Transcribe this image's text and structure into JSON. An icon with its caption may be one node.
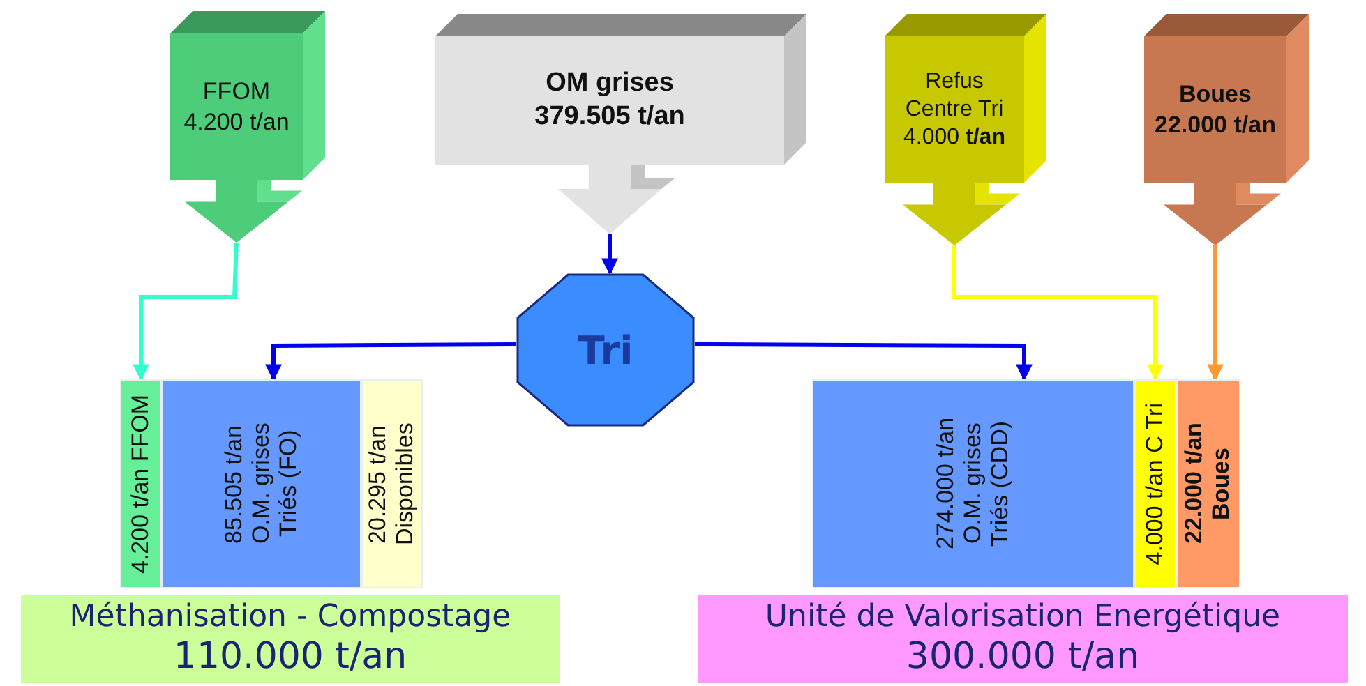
{
  "diagram": {
    "nodes": [
      {
        "text": [
          "FFOM 4.200 t/an"
        ]
      },
      {
        "text": [
          "OM grises 379.505 t/an"
        ]
      },
      {
        "text": [
          "Refus Centre Tri 4.000 **t/an**"
        ]
      },
      {
        "text": [
          "Boues 22.000 t/an"
        ]
      },
      {
        "text": [
          "Tri"
        ]
      },
      {
        "text": [
          "4.200 t/an FFOM"
        ]
      },
      {
        "text": [
          "85.505 t/an O.M. grises Triés (FO)"
        ]
      },
      {
        "text": [
          "20.295 t/an Disponibles"
        ]
      },
      {
        "text": [
          "Méthanisation - Compostage",
          "110.000 t/an"
        ]
      },
      {
        "text": [
          "274.000 t/an O.M. grises Triés (CDD)"
        ]
      },
      {
        "text": [
          "4.000 t/an C Tri"
        ]
      },
      {
        "text": [
          "22.000 t/an Boues"
        ]
      },
      {
        "text": [
          "Unité de Valorisation Energétique",
          "300.000 t/an"
        ]
      }
    ],
    "edges": [
      {
        "from": 0,
        "to": 5,
        "arrow": "to",
        "color": "#33ffcc"
      },
      {
        "from": 1,
        "to": 4,
        "arrow": "to"
      },
      {
        "from": 4,
        "to": 6,
        "arrow": "to"
      },
      {
        "from": 4,
        "to": 9,
        "arrow": "to"
      },
      {
        "from": 2,
        "to": 10,
        "arrow": "to",
        "color": "#ffff00"
      },
      {
        "from": 3,
        "to": 11,
        "arrow": "to",
        "color": "#ff9933"
      }
    ]
  }
}
